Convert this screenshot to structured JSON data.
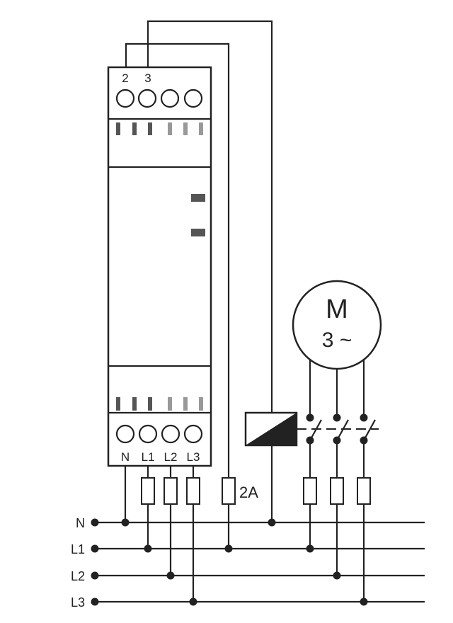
{
  "relay": {
    "top_terminal_labels": [
      "2",
      "3"
    ],
    "bottom_terminal_labels": [
      "N",
      "L1",
      "L2",
      "L3"
    ]
  },
  "motor": {
    "letter": "M",
    "phase_text": "3 ~"
  },
  "fuse_label": "2A",
  "bus_labels": [
    "N",
    "L1",
    "L2",
    "L3"
  ],
  "colors": {
    "line": "#222222",
    "led_dark": "#555555",
    "led_light": "#999999"
  }
}
